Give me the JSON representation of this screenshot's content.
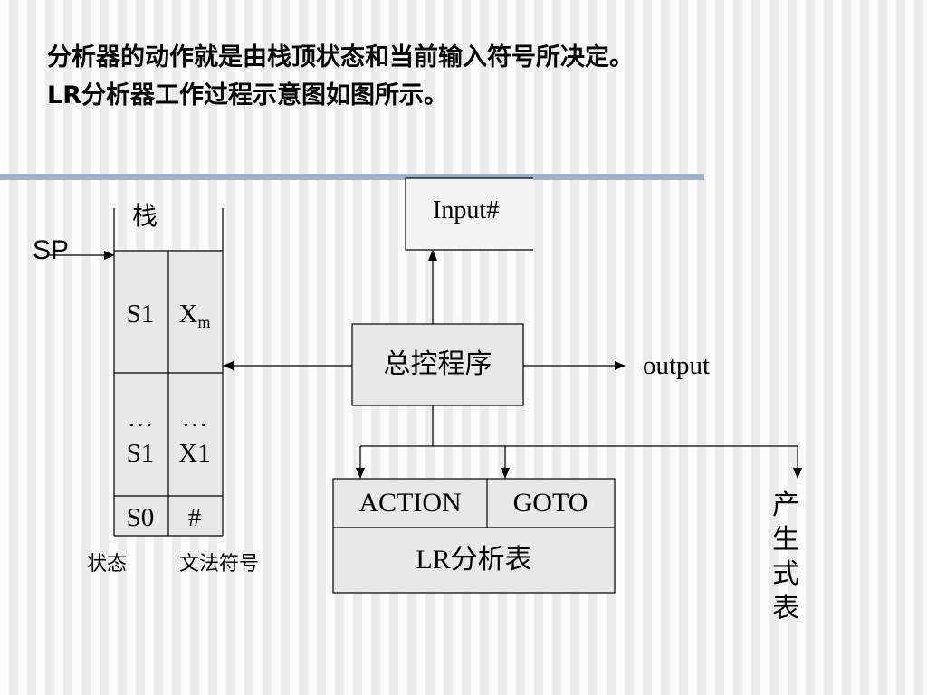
{
  "heading": {
    "line1": "分析器的动作就是由栈顶状态和当前输入符号所决定。",
    "line2": "LR分析器工作过程示意图如图所示。"
  },
  "stack": {
    "title": "栈",
    "pointer": "SP",
    "rows": [
      {
        "state": "S1",
        "symbol": "X",
        "symbol_sub": "m"
      },
      {
        "state_dots": "…",
        "symbol_dots": "…",
        "state": "S1",
        "symbol": "X1"
      },
      {
        "state": "S0",
        "symbol": "#"
      }
    ],
    "state_caption": "状态",
    "symbol_caption": "文法符号"
  },
  "input": {
    "label": "Input#"
  },
  "controller": {
    "label": "总控程序"
  },
  "output": {
    "label": "output"
  },
  "table": {
    "action": "ACTION",
    "goto": "GOTO",
    "name": "LR分析表"
  },
  "production": {
    "label": "产\n生\n式\n表"
  }
}
